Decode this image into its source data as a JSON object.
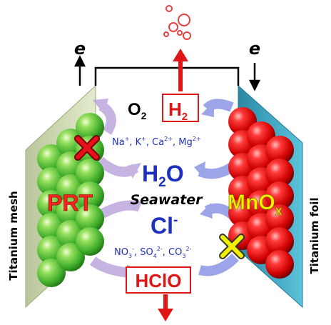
{
  "electron_left": "e",
  "electron_right": "e",
  "o2": "O",
  "o2_sub": "2",
  "h2": "H",
  "h2_sub": "2",
  "cations": [
    "Na",
    "+",
    ", K",
    "+",
    ", Ca",
    "2+",
    ", Mg",
    "2+"
  ],
  "water": "H",
  "water_sub": "2",
  "water_end": "O",
  "seawater": "Seawater",
  "chloride": "Cl",
  "chloride_sup": "-",
  "anions": [
    "NO",
    "3",
    "-",
    ", SO",
    "4",
    "2-",
    ", CO",
    "3",
    "2-"
  ],
  "hclo": "HClO",
  "prt": "PRT",
  "mnox": "MnO",
  "mnox_sub": "x",
  "left_electrode": "Titanium mesh",
  "right_electrode": "Titanium foil",
  "colors": {
    "green": "#3fae2a",
    "red_sphere": "#d00000",
    "label_red": "#e31a1c",
    "blue_text": "#1f2fbf",
    "yellow": "#f4ef00",
    "foil": "#3aa6c0",
    "mesh": "#d8e2c0",
    "arrow_blue": "#7b88e0",
    "arrow_purple": "#b49ad8"
  }
}
